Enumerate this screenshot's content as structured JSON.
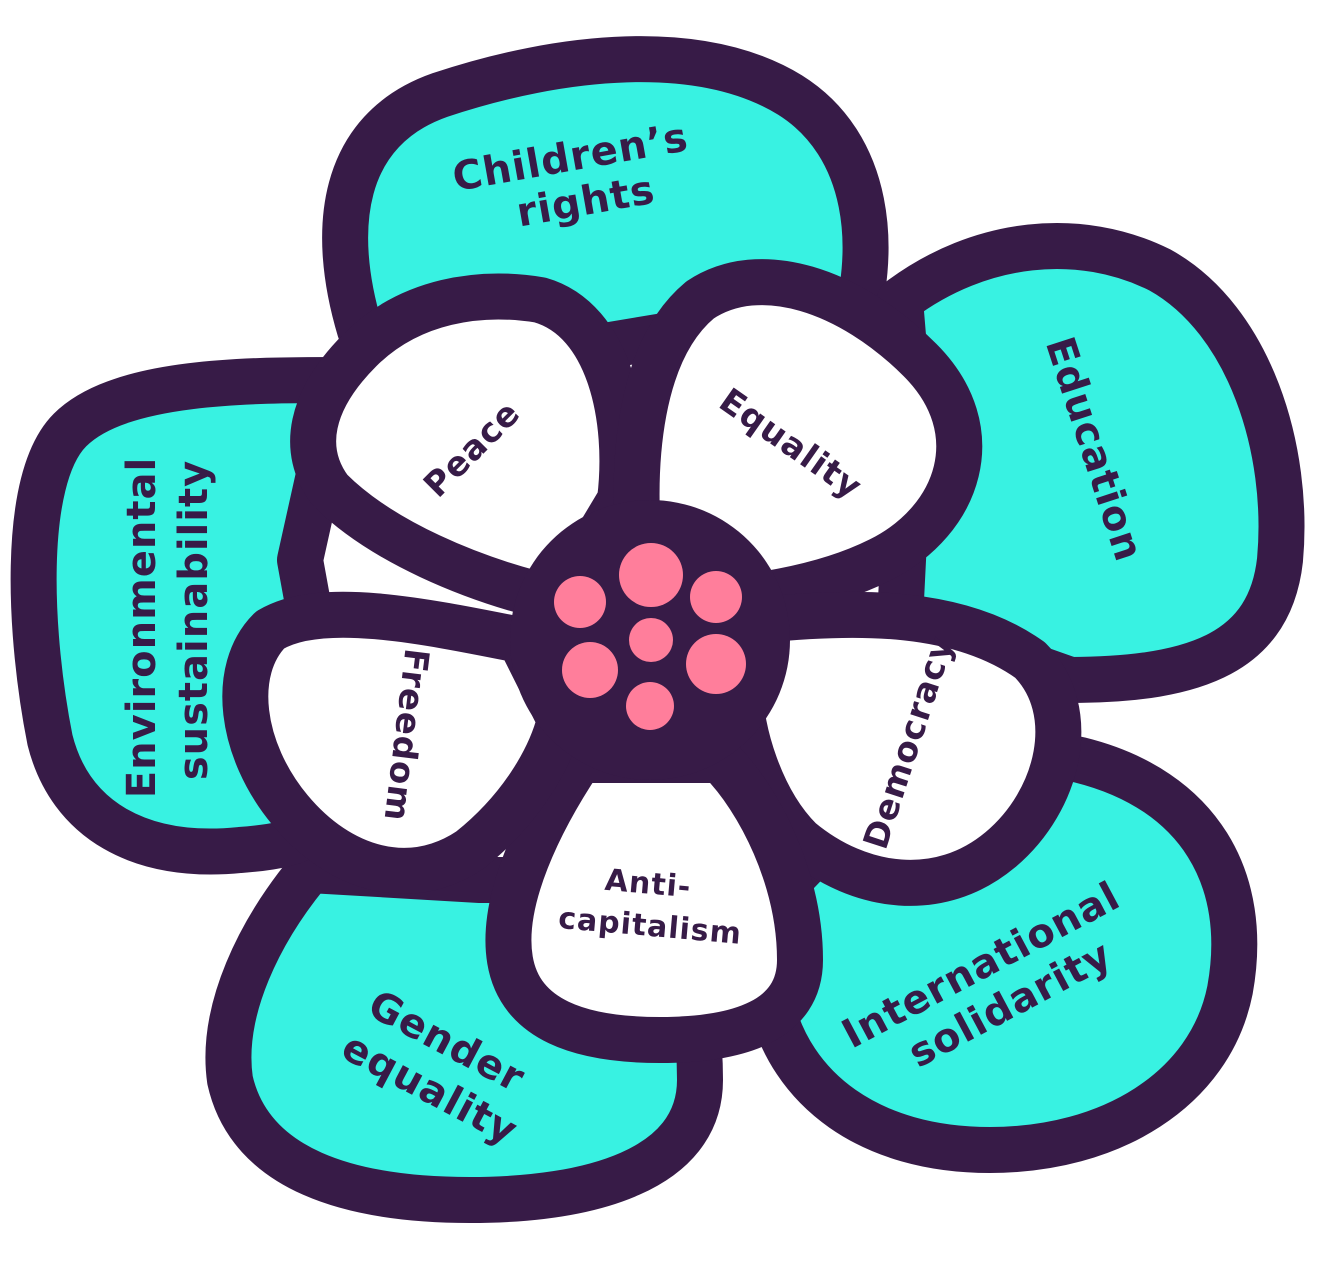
{
  "colors": {
    "outline": "#371b47",
    "accent": "#38f2e2",
    "dot": "#ff7e9b",
    "inner_fill": "#ffffff"
  },
  "outer_petals": [
    {
      "id": "childrens-rights",
      "lines": [
        "Children’s",
        "rights"
      ]
    },
    {
      "id": "education",
      "lines": [
        "Education"
      ]
    },
    {
      "id": "international-solidarity",
      "lines": [
        "International",
        "solidarity"
      ]
    },
    {
      "id": "gender-equality",
      "lines": [
        "Gender",
        "equality"
      ]
    },
    {
      "id": "environmental-sustainability",
      "lines": [
        "Environmental",
        "sustainability"
      ]
    }
  ],
  "inner_petals": [
    {
      "id": "peace",
      "lines": [
        "Peace"
      ]
    },
    {
      "id": "equality",
      "lines": [
        "Equality"
      ]
    },
    {
      "id": "democracy",
      "lines": [
        "Democracy"
      ]
    },
    {
      "id": "anti-capitalism",
      "lines": [
        "Anti-",
        "capitalism"
      ]
    },
    {
      "id": "freedom",
      "lines": [
        "Freedom"
      ]
    }
  ]
}
